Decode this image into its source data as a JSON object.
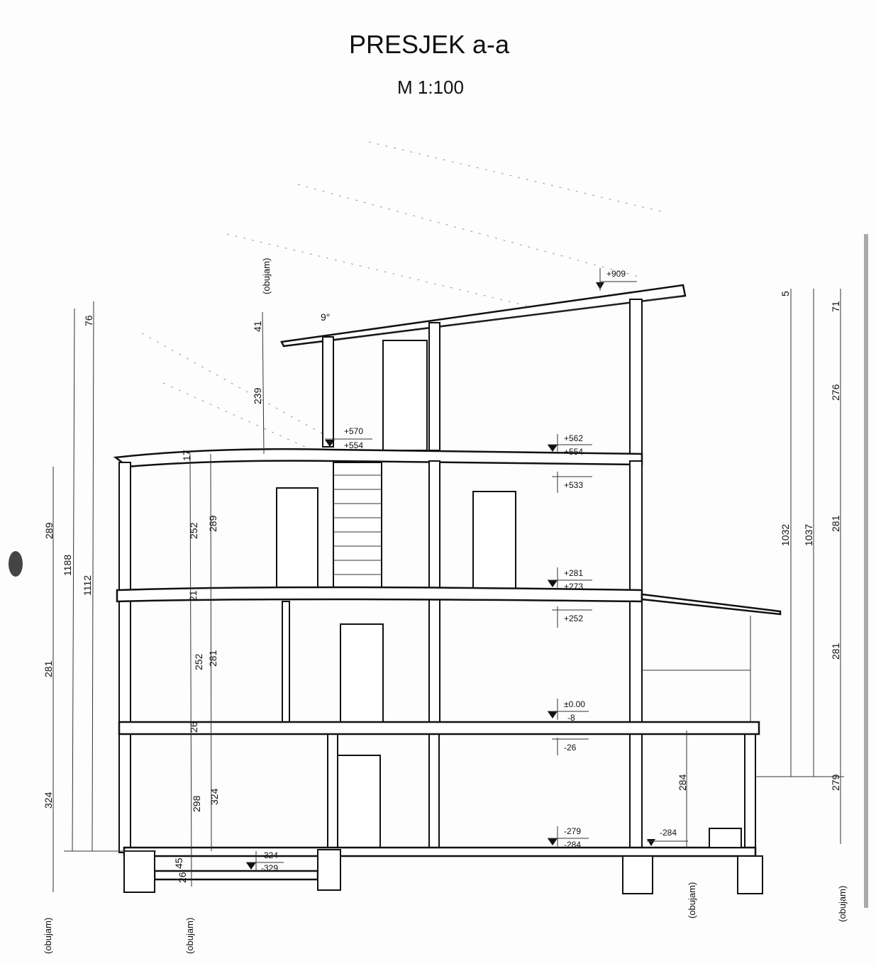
{
  "title": "PRESJEK a-a",
  "scale": "M 1:100",
  "roof_angle": "9°",
  "volume_label": "(obujam)",
  "levels": {
    "roof_top": "+909",
    "terrace_top": "+570",
    "terrace_slab": "+554",
    "floor2_finish": "+562",
    "floor2_slab": "+554",
    "floor2_ceiling": "+533",
    "floor1_finish": "+281",
    "floor1_slab": "+273",
    "floor1_ceiling": "+252",
    "ground_finish": "±0.00",
    "ground_slab": "-8",
    "ground_ceiling": "-26",
    "basement_finish": "-279",
    "basement_slab": "-284",
    "basement_outside": "-284",
    "pit_top": "-324",
    "pit_bottom": "-329"
  },
  "dimensions_left": {
    "outer_289": "289",
    "total_1188": "1188",
    "total_1112": "1112",
    "top_76": "76",
    "outer_281": "281",
    "outer_324": "324"
  },
  "dimensions_inner": {
    "parapet_41": "41",
    "terrace_239": "239",
    "slab_17": "17",
    "f2_clear": "252",
    "f2_height": "289",
    "slab_21": "21",
    "f1_clear": "252",
    "f1_height": "281",
    "slab_26": "26",
    "b_clear": "298",
    "b_height": "324",
    "pit_45": "45",
    "pit_slab": "26",
    "right_284": "284"
  },
  "dimensions_right": {
    "total_1032": "1032",
    "total_1037": "1037",
    "top_5": "5",
    "top_71": "71",
    "upper_276": "276",
    "mid_281": "281",
    "low_281": "281",
    "base_279": "279"
  }
}
